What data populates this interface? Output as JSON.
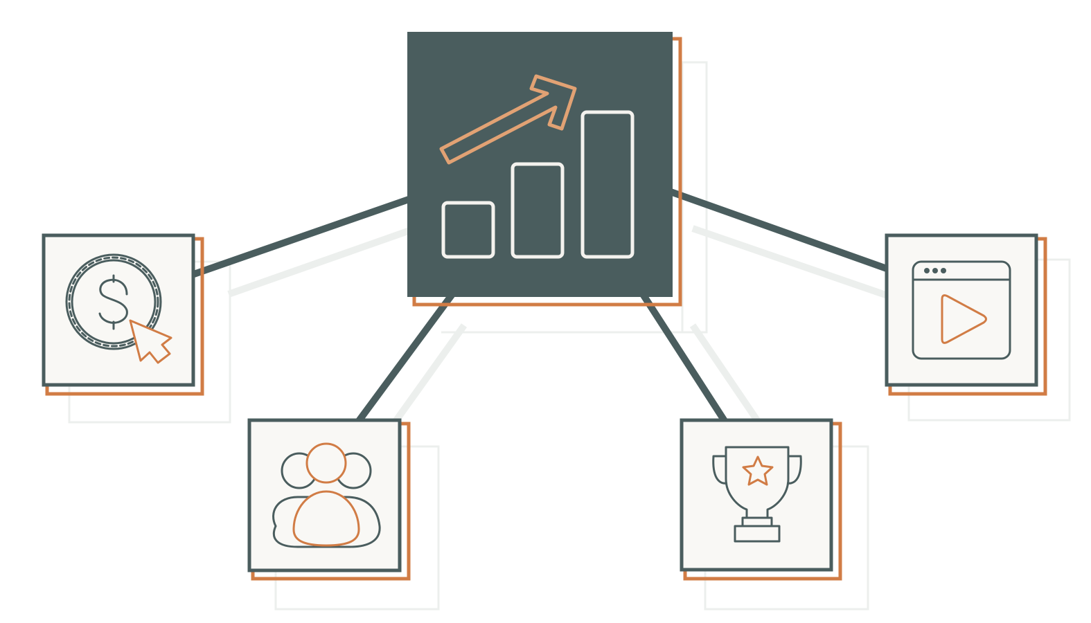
{
  "diagram": {
    "hub": {
      "name": "growth-chart",
      "icon": "bar-chart-growth-arrow-icon"
    },
    "nodes": [
      {
        "name": "coin-click",
        "icon": "dollar-coin-cursor-icon"
      },
      {
        "name": "audience",
        "icon": "user-group-icon"
      },
      {
        "name": "award",
        "icon": "trophy-star-icon"
      },
      {
        "name": "video",
        "icon": "browser-video-play-icon"
      }
    ]
  },
  "colors": {
    "dark_slate": "#4a5d5e",
    "orange": "#d17c45",
    "tile_fill": "#f9f8f5",
    "shadow": "#ecefed",
    "white": "#ffffff"
  }
}
